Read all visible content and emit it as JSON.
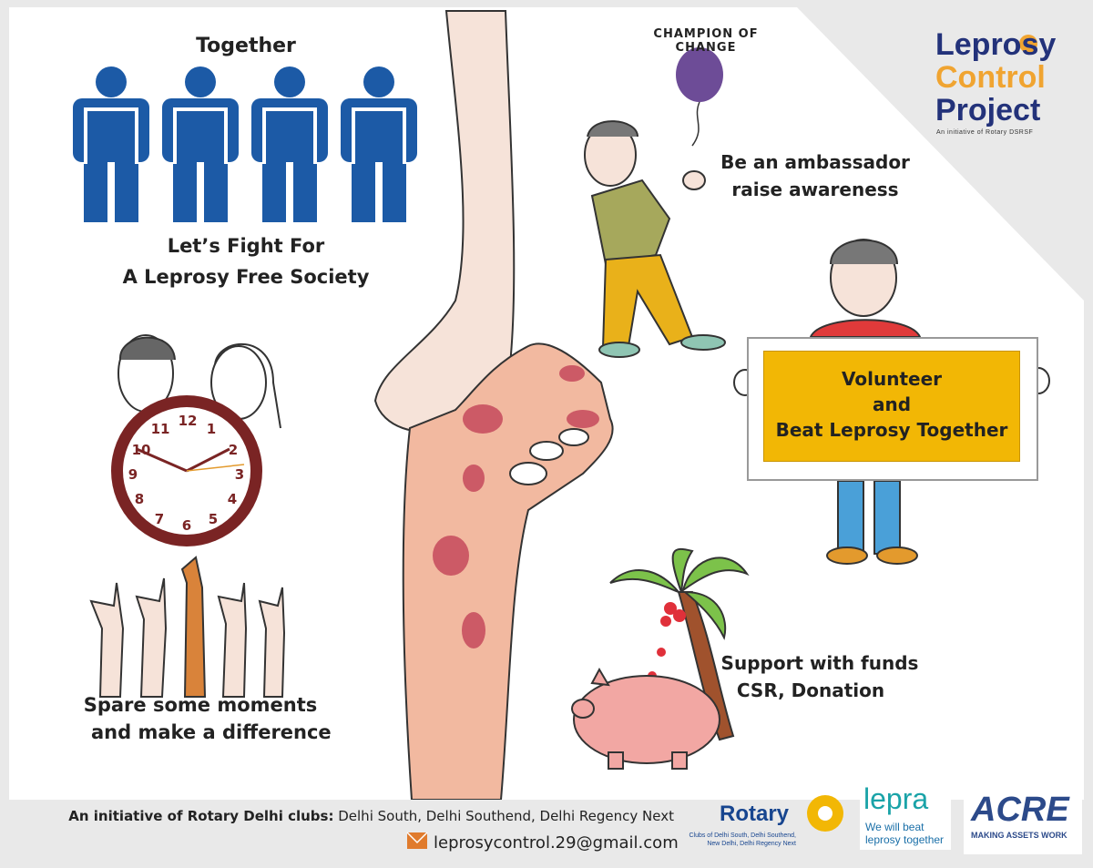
{
  "left": {
    "together": "Together",
    "fight_line1": "Let’s Fight For",
    "fight_line2": "A Leprosy Free Society",
    "spare_line1": "Spare some moments",
    "spare_line2": "and make a difference",
    "clock_numbers": [
      "12",
      "1",
      "2",
      "3",
      "4",
      "5",
      "6",
      "7",
      "8",
      "9",
      "10",
      "11"
    ]
  },
  "right": {
    "champion": "CHAMPION OF CHANGE",
    "ambassador_line1": "Be an ambassador",
    "ambassador_line2": "raise awareness",
    "volunteer_line1": "Volunteer",
    "volunteer_line2": "and",
    "volunteer_line3": "Beat Leprosy Together",
    "support_line1": "Support with funds",
    "support_line2": "CSR, Donation"
  },
  "logo": {
    "line1": "Leprosy",
    "line2": "Control",
    "line3": "Project",
    "tagline": "An initiative of Rotary DSRSF"
  },
  "footer": {
    "initiative_bold": "An initiative of Rotary Delhi clubs:",
    "initiative_rest": " Delhi South, Delhi Southend, Delhi Regency Next",
    "email": "leprosycontrol.29@gmail.com",
    "rotary_name": "Rotary",
    "rotary_sub1": "Clubs of Delhi South, Delhi Southend,",
    "rotary_sub2": "New Delhi,  Delhi Regency Next",
    "lepra_name": "lepra",
    "lepra_sub1": "We will beat",
    "lepra_sub2": "leprosy together",
    "acre_name": "ACRE",
    "acre_sub": "MAKING ASSETS WORK"
  },
  "colors": {
    "people_blue": "#1c5aa6",
    "logo_navy": "#23327a",
    "logo_orange": "#f0a431",
    "sign_yellow": "#f2b705",
    "clock_rim": "#7a2424",
    "skin": "#f2b9a0",
    "patch": "#cc5a66"
  }
}
